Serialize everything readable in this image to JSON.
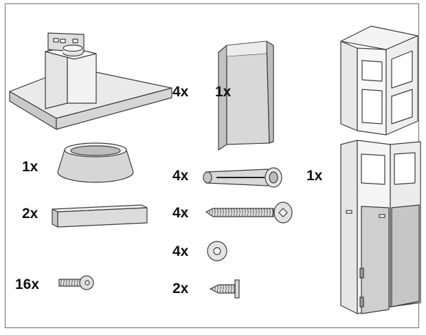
{
  "parts": [
    {
      "id": "hood-body",
      "qty": "",
      "icon": "hood-canopy-icon"
    },
    {
      "id": "lower-chimney",
      "qty": "1x",
      "icon": "chimney-cover-icon"
    },
    {
      "id": "air-reducer-ring",
      "qty": "1x",
      "icon": "reducer-ring-icon"
    },
    {
      "id": "hanger-bracket",
      "qty": "2x",
      "icon": "bracket-bar-icon"
    },
    {
      "id": "hood-screw",
      "qty": "16x",
      "icon": "short-screw-icon"
    },
    {
      "id": "chimney-bracket",
      "qty": "4x",
      "icon": "chimney-bracket-icon"
    },
    {
      "id": "wall-anchor",
      "qty": "4x",
      "icon": "wall-anchor-icon"
    },
    {
      "id": "wood-screw",
      "qty": "4x",
      "icon": "long-screw-icon"
    },
    {
      "id": "washer",
      "qty": "4x",
      "icon": "washer-icon"
    },
    {
      "id": "small-screw",
      "qty": "2x",
      "icon": "small-screw-icon"
    },
    {
      "id": "support-frame",
      "qty": "1x",
      "icon": "support-frame-icon"
    }
  ],
  "colors": {
    "outline": "#3a3a3a",
    "light": "#e9e9e9",
    "mid": "#cfcfcf",
    "dark": "#a8a8a8"
  }
}
